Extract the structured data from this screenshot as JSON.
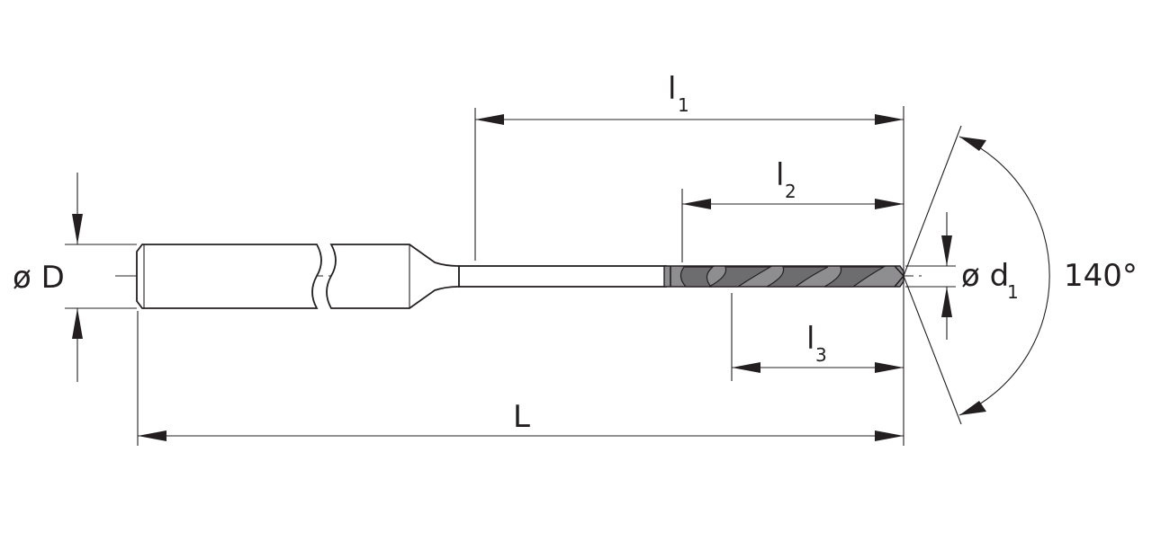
{
  "labels": {
    "shank_diameter": "ø D",
    "length_l1": "l",
    "length_l1_sub": "1",
    "length_l2": "l",
    "length_l2_sub": "2",
    "length_l3": "l",
    "length_l3_sub": "3",
    "tip_diameter": "ø d",
    "tip_diameter_sub": "1",
    "overall_length": "L",
    "point_angle": "140°"
  },
  "colors": {
    "line": "#231f20",
    "flute": "#8e8e91",
    "flute_dark": "#6d6d70",
    "background": "#ffffff"
  }
}
